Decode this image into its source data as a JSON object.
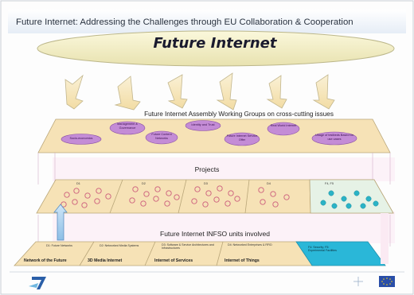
{
  "title": "Future Internet: Addressing the Challenges through EU Collaboration & Cooperation",
  "oval_label": "Future Internet",
  "working_groups": {
    "heading": "Future Internet Assembly Working Groups on cross-cutting issues",
    "items": [
      "Socio-economics",
      "Management & Governance",
      "Future Content Networks",
      "Identity and Trust",
      "Future Internet Service Offer",
      "Real World Internet",
      "Usage of testbeds Based on use cases"
    ]
  },
  "projects": {
    "heading": "Projects",
    "labels": [
      "D1",
      "D2",
      "D3",
      "D4",
      "F4, F5"
    ]
  },
  "infso": {
    "heading": "Future Internet INFSO units involved",
    "units": [
      "D1: Future Networks",
      "D2: Networked Media Systems",
      "D3: Software & Service Architectures and Infrastructures",
      "D4: Networked Enterprises & RFID",
      "F4: Security; F5: Experimental Facilities"
    ],
    "bases": [
      "Network of the Future",
      "3D Media Internet",
      "Internet of Services",
      "Internet of Things"
    ]
  },
  "colors": {
    "oval": "#f0ebc2",
    "plane": "#f6e2b6",
    "pill": "#c48cd6",
    "highlight": "#2ab7d8"
  }
}
